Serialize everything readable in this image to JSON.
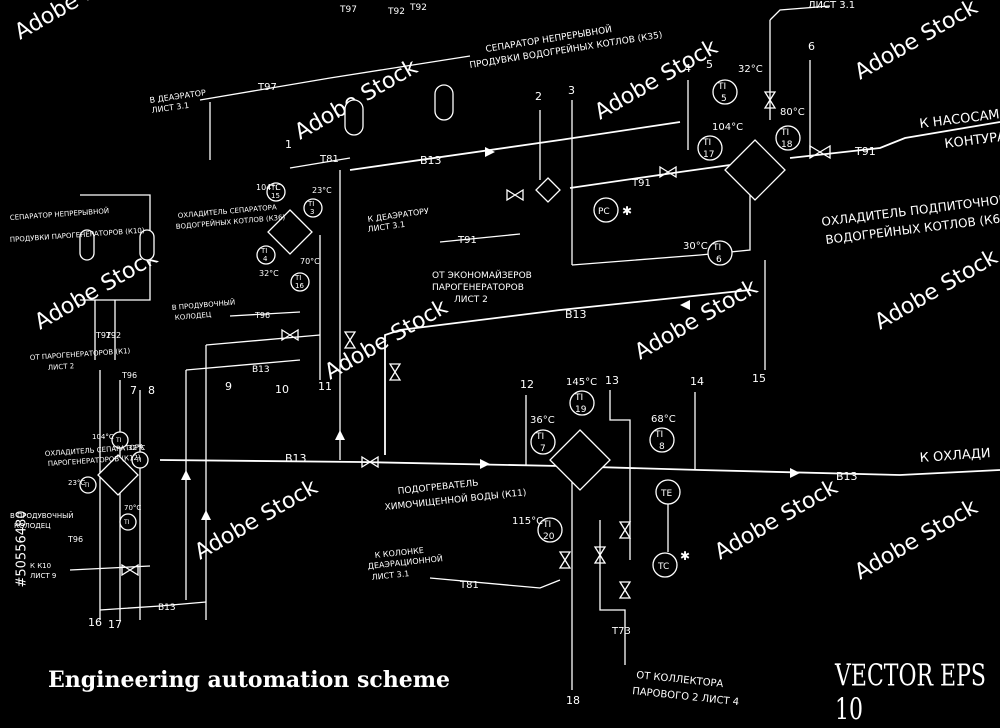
{
  "caption": "Engineering automation scheme",
  "vector_label": "VECTOR EPS 10",
  "stock_id": "#50556480",
  "watermark": "Adobe Stock",
  "labels": {
    "sheet_top": "ЛИСТ 3.1",
    "t97": "T97",
    "t92a": "T92",
    "t92b": "T92",
    "sep_line1": "СЕПАРАТОР НЕПРЕРЫВНОЙ",
    "sep_line2": "ПРОДУВКИ ВОДОГРЕЙНЫХ КОТЛОВ (К35)",
    "to_deaer_left1": "В ДЕАЭРАТОР",
    "to_deaer_left2": "ЛИСТ 3.1",
    "t97b": "T97",
    "to_pumps1": "К НАСОСАМ",
    "to_pumps2": "КОНТУРА",
    "cooler_feed1": "ОХЛАДИТЕЛЬ ПОДПИТОЧНОЙ",
    "cooler_feed2": "ВОДОГРЕЙНЫХ КОТЛОВ (К6)",
    "t91a": "T91",
    "t91b": "T91",
    "t91c": "T91",
    "t81": "T81",
    "b13a": "B13",
    "b13b": "B13",
    "b13c": "B13",
    "b13d": "B13",
    "b13e": "B13",
    "b13f": "B13",
    "to_deaer_mid1": "К ДЕАЭРАТОРУ",
    "to_deaer_mid2": "ЛИСТ 3.1",
    "econ1": "ОТ ЭКОНОМАЙЗЕРОВ",
    "econ2": "ПАРОГЕНЕРАТОРОВ",
    "econ3": "ЛИСТ 2",
    "heater1": "ПОДОГРЕВАТЕЛЬ",
    "heater2": "ХИМОЧИЩЕННОЙ ВОДЫ (К11)",
    "to_column1": "К КОЛОНКЕ",
    "to_column2": "ДЕАЭРАЦИОННОЙ",
    "to_column3": "ЛИСТ 3.1",
    "t81b": "T81",
    "t73": "T73",
    "from_collector1": "ОТ КОЛЛЕКТОРА",
    "from_collector2": "ПАРОВОГО 2 ЛИСТ 4",
    "to_cooler": "К ОХЛАДИ",
    "sep_left1": "СЕПАРАТОР НЕПРЕРЫВНОЙ",
    "sep_left2": "ПРОДУВКИ ПАРОГЕНЕРАТОРОВ (К10)",
    "cooler_sep1": "ОХЛАДИТЕЛЬ СЕПАРАТОРА",
    "cooler_sep2": "ВОДОГРЕЙНЫХ КОТЛОВ (К36)",
    "to_drain1": "В ПРОДУВОЧНЫЙ",
    "to_drain2": "КОЛОДЕЦ",
    "t96": "T96",
    "from_sg1": "ОТ ПАРОГЕНЕРАТОРОВ (К1)",
    "from_sg2": "ЛИСТ 2",
    "t92c": "T92",
    "t92d": "T92",
    "t96b": "T96",
    "t96c": "T96",
    "cooler_sep_l1": "ОХЛАДИТЕЛЬ СЕПАРАТОРА",
    "cooler_sep_l2": "ПАРОГЕНЕРАТОРОВ (К12)",
    "drain_l1": "В ПРОДУВОЧНЫЙ",
    "drain_l2": "КОЛОДЕЦ",
    "kio1": "К К10",
    "kio2": "ЛИСТ 9"
  },
  "line_numbers": {
    "n1": "1",
    "n2": "2",
    "n3": "3",
    "n4": "4",
    "n5": "5",
    "n6": "6",
    "n7": "7",
    "n8": "8",
    "n9": "9",
    "n10": "10",
    "n11": "11",
    "n12": "12",
    "n13": "13",
    "n14": "14",
    "n15": "15",
    "n16": "16",
    "n17": "17",
    "n18": "18"
  },
  "instruments": [
    {
      "tag": "TI",
      "num": "5",
      "temp": "32°C"
    },
    {
      "tag": "TI",
      "num": "17",
      "temp": "104°C"
    },
    {
      "tag": "TI",
      "num": "18",
      "temp": "80°C"
    },
    {
      "tag": "PC",
      "num": "",
      "temp": ""
    },
    {
      "tag": "TI",
      "num": "6",
      "temp": "30°C"
    },
    {
      "tag": "TI",
      "num": "15",
      "temp": "104°C"
    },
    {
      "tag": "TI",
      "num": "3",
      "temp": "23°C"
    },
    {
      "tag": "TI",
      "num": "4",
      "temp": "32°C"
    },
    {
      "tag": "TI",
      "num": "16",
      "temp": "70°C"
    },
    {
      "tag": "TI",
      "num": "19",
      "temp": "145°C"
    },
    {
      "tag": "TI",
      "num": "7",
      "temp": "36°C"
    },
    {
      "tag": "TI",
      "num": "8",
      "temp": "68°C"
    },
    {
      "tag": "TI",
      "num": "20",
      "temp": "115°C"
    },
    {
      "tag": "TE",
      "num": "",
      "temp": ""
    },
    {
      "tag": "TC",
      "num": "",
      "temp": ""
    },
    {
      "tag": "TI",
      "num": "",
      "temp": "104°C"
    },
    {
      "tag": "TI",
      "num": "",
      "temp": "32°C"
    },
    {
      "tag": "TI",
      "num": "",
      "temp": "23°C"
    },
    {
      "tag": "TI",
      "num": "",
      "temp": "70°C"
    }
  ]
}
